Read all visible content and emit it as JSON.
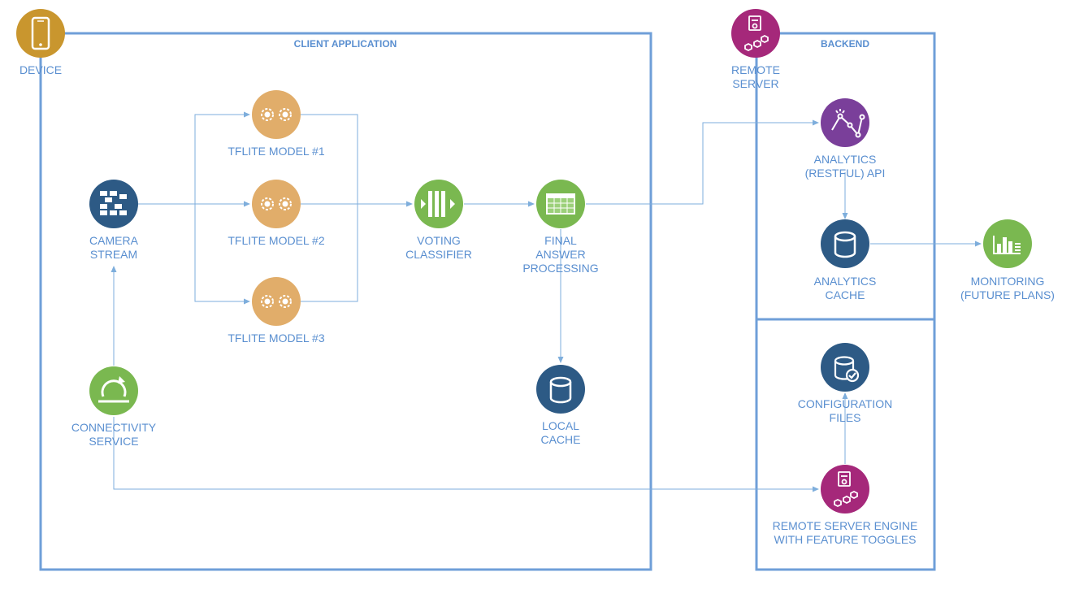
{
  "groups": {
    "client": "CLIENT APPLICATION",
    "backend": "BACKEND"
  },
  "nodes": {
    "device": [
      "DEVICE"
    ],
    "camera": [
      "CAMERA",
      "STREAM"
    ],
    "model1": [
      "TFLITE MODEL #1"
    ],
    "model2": [
      "TFLITE MODEL #2"
    ],
    "model3": [
      "TFLITE MODEL #3"
    ],
    "voting": [
      "VOTING",
      "CLASSIFIER"
    ],
    "final": [
      "FINAL",
      "ANSWER",
      "PROCESSING"
    ],
    "local_cache": [
      "LOCAL",
      "CACHE"
    ],
    "connectivity": [
      "CONNECTIVITY",
      "SERVICE"
    ],
    "remote_server": [
      "REMOTE",
      "SERVER"
    ],
    "analytics_api": [
      "ANALYTICS",
      "(RESTFUL) API"
    ],
    "analytics_cache": [
      "ANALYTICS",
      "CACHE"
    ],
    "monitoring": [
      "MONITORING",
      "(FUTURE PLANS)"
    ],
    "config_files": [
      "CONFIGURATION",
      "FILES"
    ],
    "remote_engine": [
      "REMOTE SERVER ENGINE",
      "WITH FEATURE TOGGLES"
    ]
  },
  "colors": {
    "device": "#c9962e",
    "navy": "#2d5a85",
    "orange": "#e1ad6a",
    "green": "#7ab850",
    "purple_api": "#7a3f9a",
    "magenta": "#a5287a",
    "label": "#5a8fd0",
    "border": "#6f9fd8",
    "connector": "#7eaedc"
  },
  "icons": {
    "device": "smartphone-icon",
    "camera": "pixel-grid-icon",
    "models": "gears-icon",
    "voting": "filter-bars-icon",
    "final": "table-grid-icon",
    "cache": "database-icon",
    "connectivity": "refresh-cycle-icon",
    "remote": "certificate-network-icon",
    "analytics_api": "line-chart-icon",
    "monitoring": "bar-chart-icon",
    "config_files": "database-check-icon"
  }
}
